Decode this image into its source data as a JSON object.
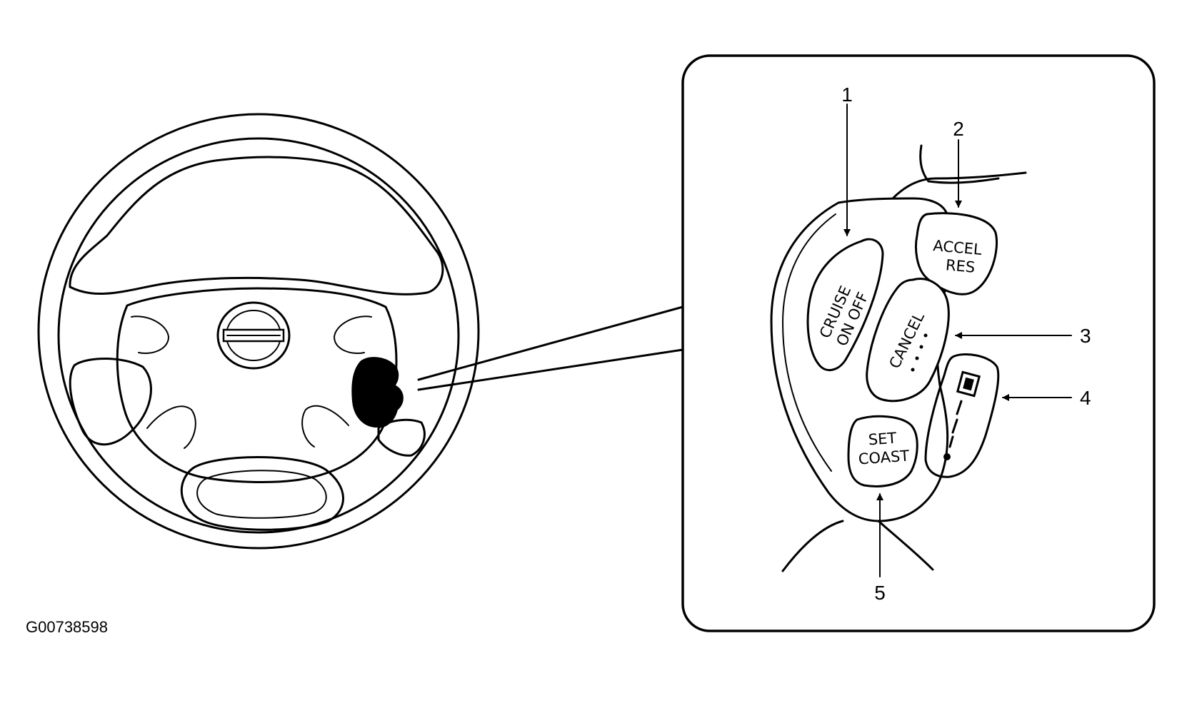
{
  "reference_code": "G00738598",
  "buttons": {
    "cruise_line1": "CRUISE",
    "cruise_line2": "ON OFF",
    "accel_line1": "ACCEL",
    "accel_line2": "RES",
    "cancel": "CANCEL",
    "set_line1": "SET",
    "set_line2": "COAST"
  },
  "callouts": [
    "1",
    "2",
    "3",
    "4",
    "5"
  ]
}
